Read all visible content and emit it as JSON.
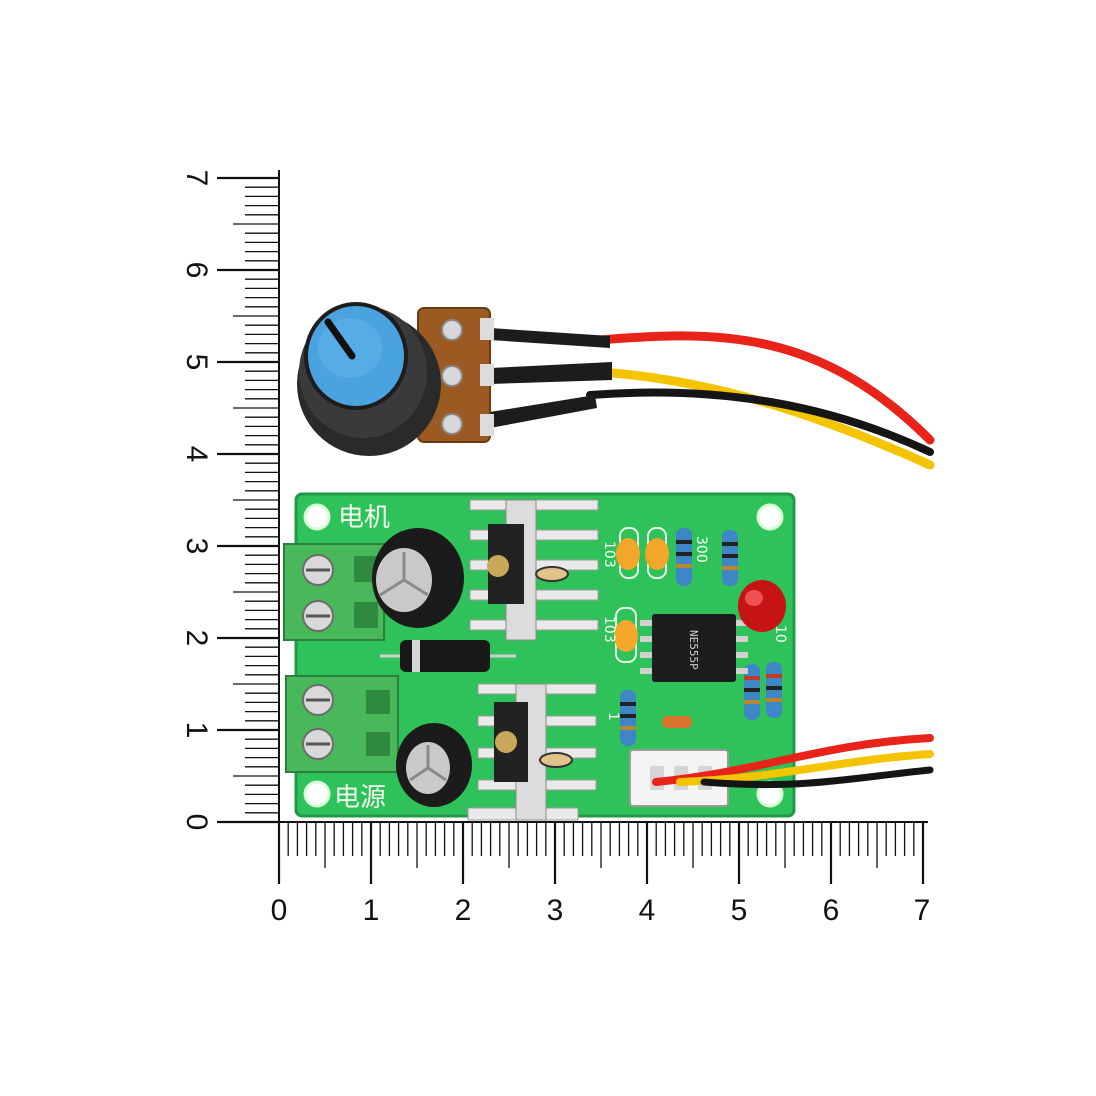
{
  "horizontal_ruler": {
    "labels": [
      "0",
      "1",
      "2",
      "3",
      "4",
      "5",
      "6",
      "7"
    ]
  },
  "vertical_ruler": {
    "labels": [
      "0",
      "1",
      "2",
      "3",
      "4",
      "5",
      "6",
      "7"
    ]
  },
  "board": {
    "label_motor": "电机",
    "label_power": "电源",
    "marking_103_a": "103",
    "marking_103_b": "103",
    "marking_300": "300",
    "marking_10": "10",
    "marking_1": "1",
    "chip_text": "NE555P"
  },
  "colors": {
    "board_green": "#2fc25a",
    "terminal_green": "#49b85a",
    "knob_blue": "#4aa3df",
    "wire_red": "#e8231a",
    "wire_yellow": "#f5c400",
    "wire_black": "#151515"
  }
}
